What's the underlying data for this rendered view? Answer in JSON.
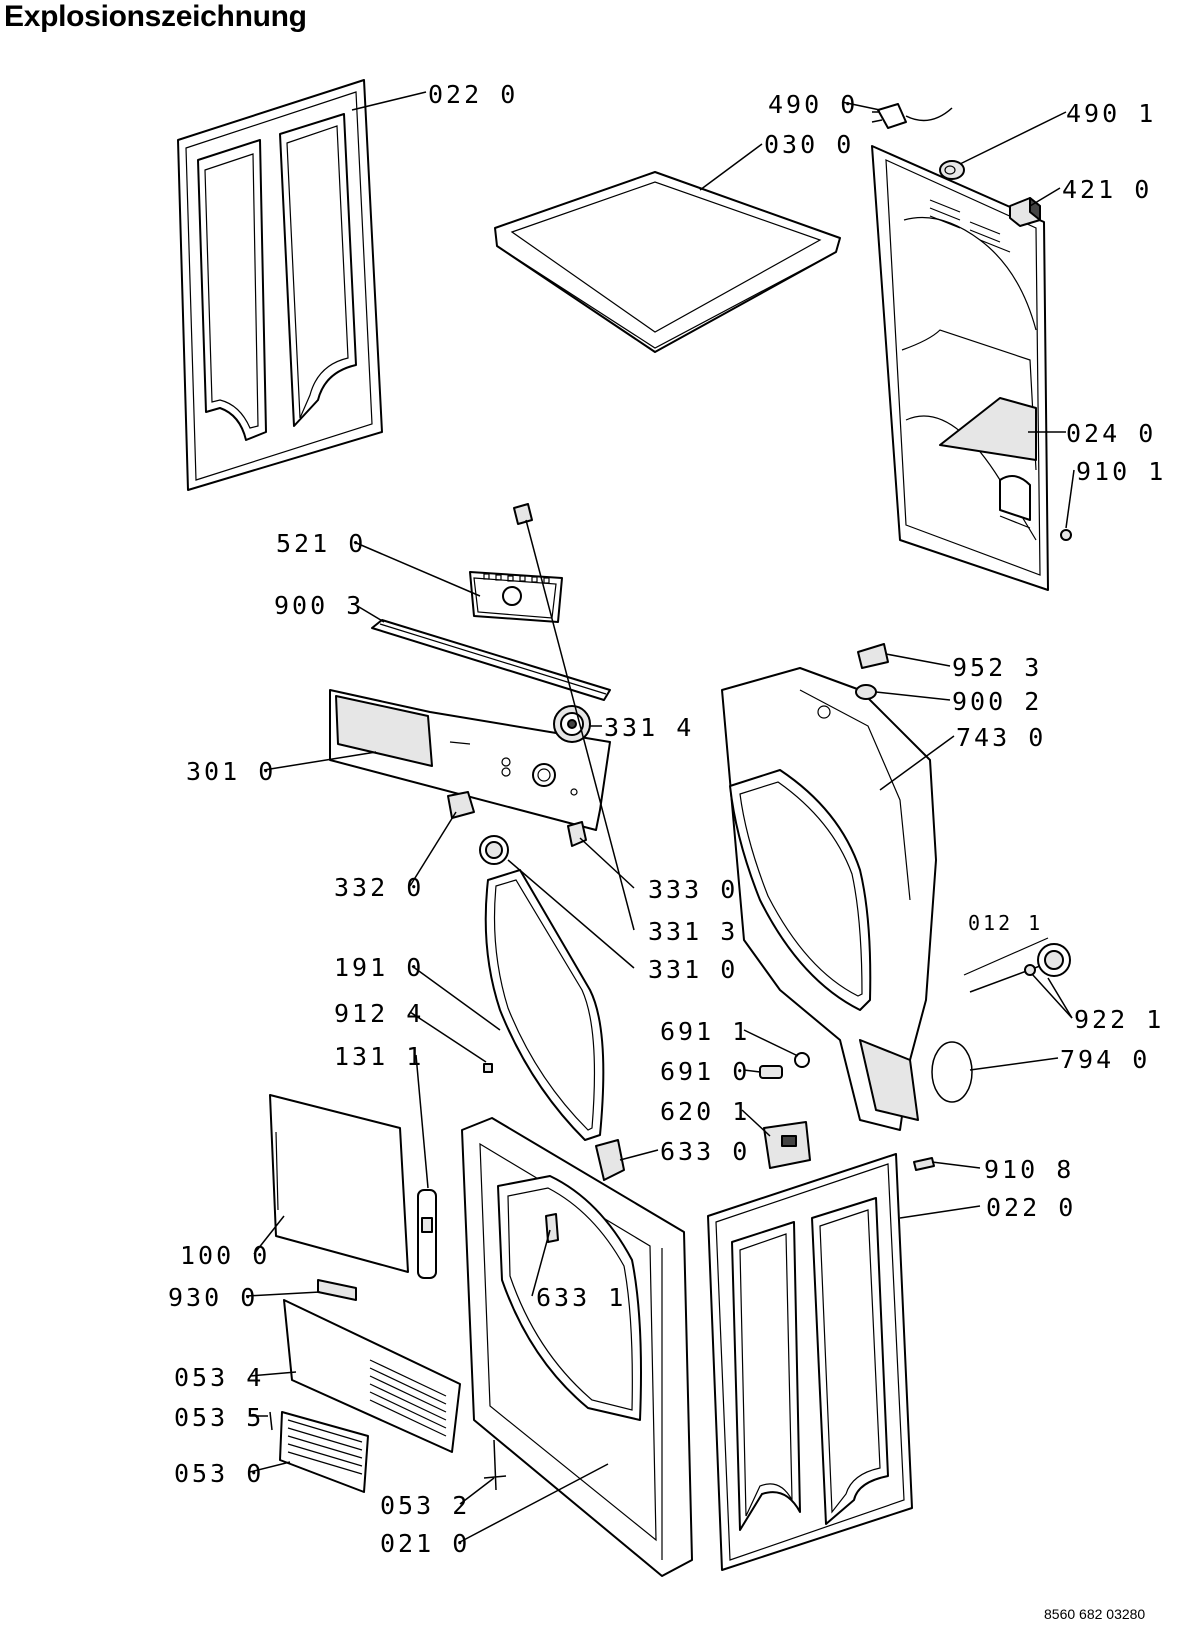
{
  "title": "Explosionszeichnung",
  "document_number": "8560 682 03280",
  "labels": [
    {
      "code": "022 0"
    },
    {
      "code": "490 0"
    },
    {
      "code": "490 1"
    },
    {
      "code": "030 0"
    },
    {
      "code": "421 0"
    },
    {
      "code": "024 0"
    },
    {
      "code": "910 1"
    },
    {
      "code": "521 0"
    },
    {
      "code": "900 3"
    },
    {
      "code": "952 3"
    },
    {
      "code": "900 2"
    },
    {
      "code": "331 4"
    },
    {
      "code": "743 0"
    },
    {
      "code": "301 0"
    },
    {
      "code": "332 0"
    },
    {
      "code": "333 0"
    },
    {
      "code": "331 3"
    },
    {
      "code": "012 1"
    },
    {
      "code": "191 0"
    },
    {
      "code": "331 0"
    },
    {
      "code": "922 1"
    },
    {
      "code": "912 4"
    },
    {
      "code": "691 1"
    },
    {
      "code": "131 1"
    },
    {
      "code": "794 0"
    },
    {
      "code": "691 0"
    },
    {
      "code": "620 1"
    },
    {
      "code": "633 0"
    },
    {
      "code": "910 8"
    },
    {
      "code": "022 0"
    },
    {
      "code": "100 0"
    },
    {
      "code": "633 1"
    },
    {
      "code": "930 0"
    },
    {
      "code": "053 4"
    },
    {
      "code": "053 5"
    },
    {
      "code": "053 0"
    },
    {
      "code": "053 2"
    },
    {
      "code": "021 0"
    }
  ]
}
